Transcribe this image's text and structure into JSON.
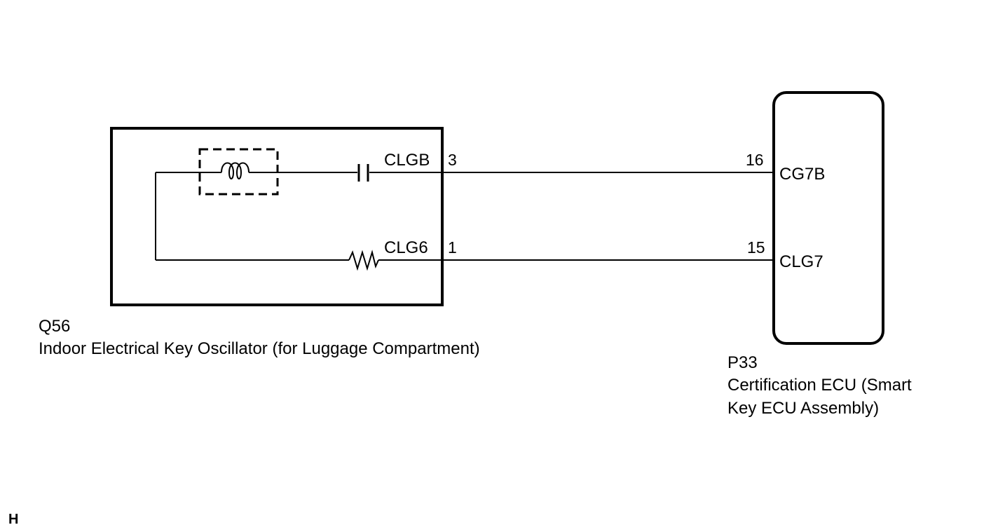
{
  "oscillator": {
    "code": "Q56",
    "name": "Indoor Electrical Key Oscillator (for Luggage Compartment)",
    "terminals": [
      {
        "name": "CLGB",
        "pin": "3"
      },
      {
        "name": "CLG6",
        "pin": "1"
      }
    ]
  },
  "ecu": {
    "code": "P33",
    "name_line1": "Certification ECU (Smart",
    "name_line2": "Key ECU Assembly)",
    "terminals": [
      {
        "name": "CG7B",
        "pin": "16"
      },
      {
        "name": "CLG7",
        "pin": "15"
      }
    ]
  },
  "corner_label": "H"
}
